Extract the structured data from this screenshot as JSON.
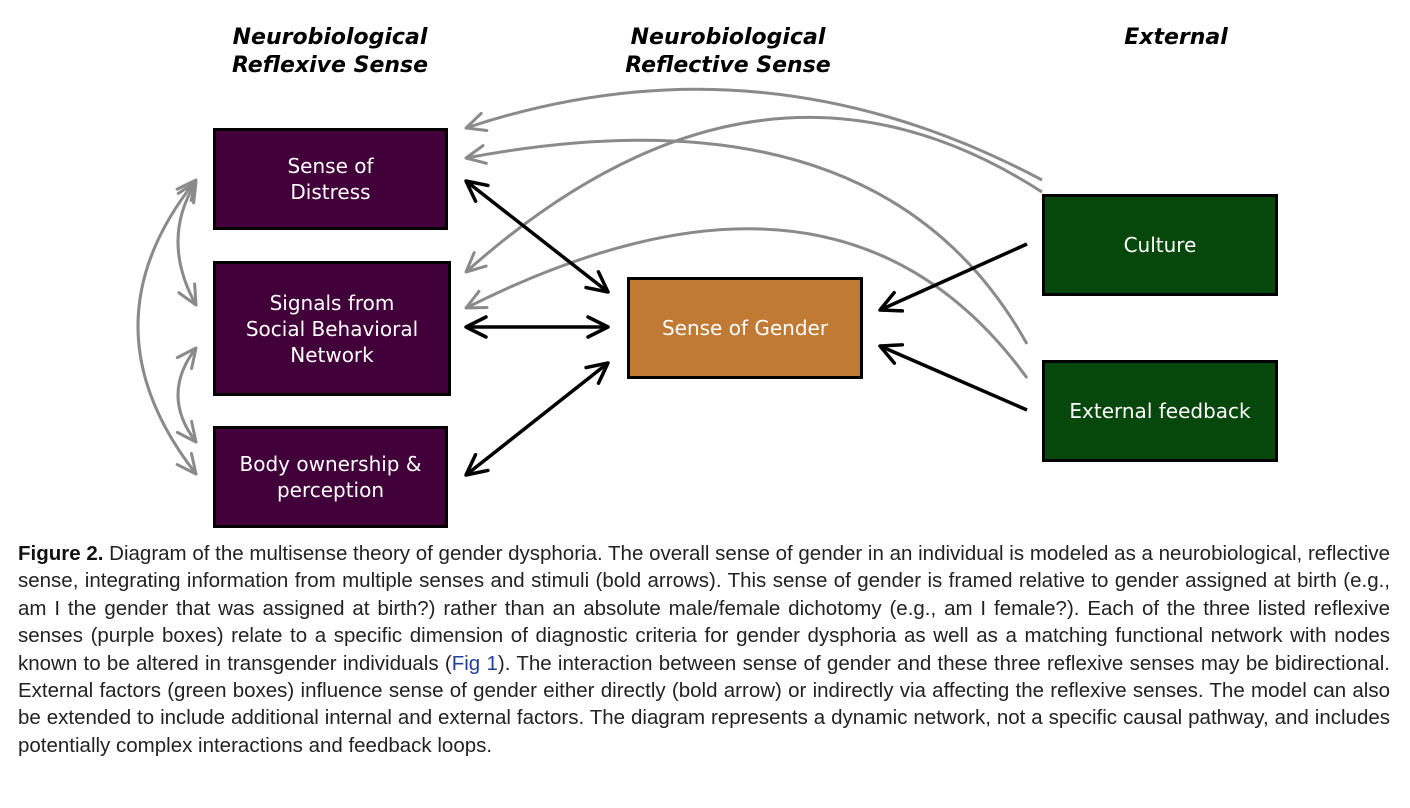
{
  "headers": {
    "reflexive": "Neurobiological\nReflexive Sense",
    "reflective": "Neurobiological\nReflective Sense",
    "external": "External"
  },
  "nodes": {
    "distress": "Sense of\nDistress",
    "signals": "Signals from\nSocial Behavioral\nNetwork",
    "body": "Body ownership &\nperception",
    "gender": "Sense of Gender",
    "culture": "Culture",
    "feedback": "External feedback"
  },
  "colors": {
    "reflexive_box": "#42003b",
    "reflective_box": "#c07a33",
    "external_box": "#06470b",
    "bold_arrow": "#000000",
    "indirect_arrow": "#8a8a8a"
  },
  "caption": {
    "label": "Figure 2.",
    "text_before_link": " Diagram of the multisense theory of gender dysphoria. The overall sense of gender in an individual is modeled as a neurobiological, reflective sense, integrating information from multiple senses and stimuli (bold arrows). This sense of gender is framed relative to gender assigned at birth (e.g., am I the gender that was assigned at birth?) rather than an absolute male/female dichotomy (e.g., am I female?). Each of the three listed reflexive senses (purple boxes) relate to a specific dimension of diagnostic criteria for gender dysphoria as well as a matching functional network with nodes known to be altered in transgender individuals (",
    "link": "Fig 1",
    "text_after_link": "). The interaction between sense of gender and these three reflexive senses may be bidirectional. External factors (green boxes) influence sense of gender either directly (bold arrow) or indirectly via affecting the reflexive senses. The model can also be extended to include additional internal and external factors. The diagram represents a dynamic network, not a specific causal pathway, and includes potentially complex interactions and feedback loops."
  }
}
